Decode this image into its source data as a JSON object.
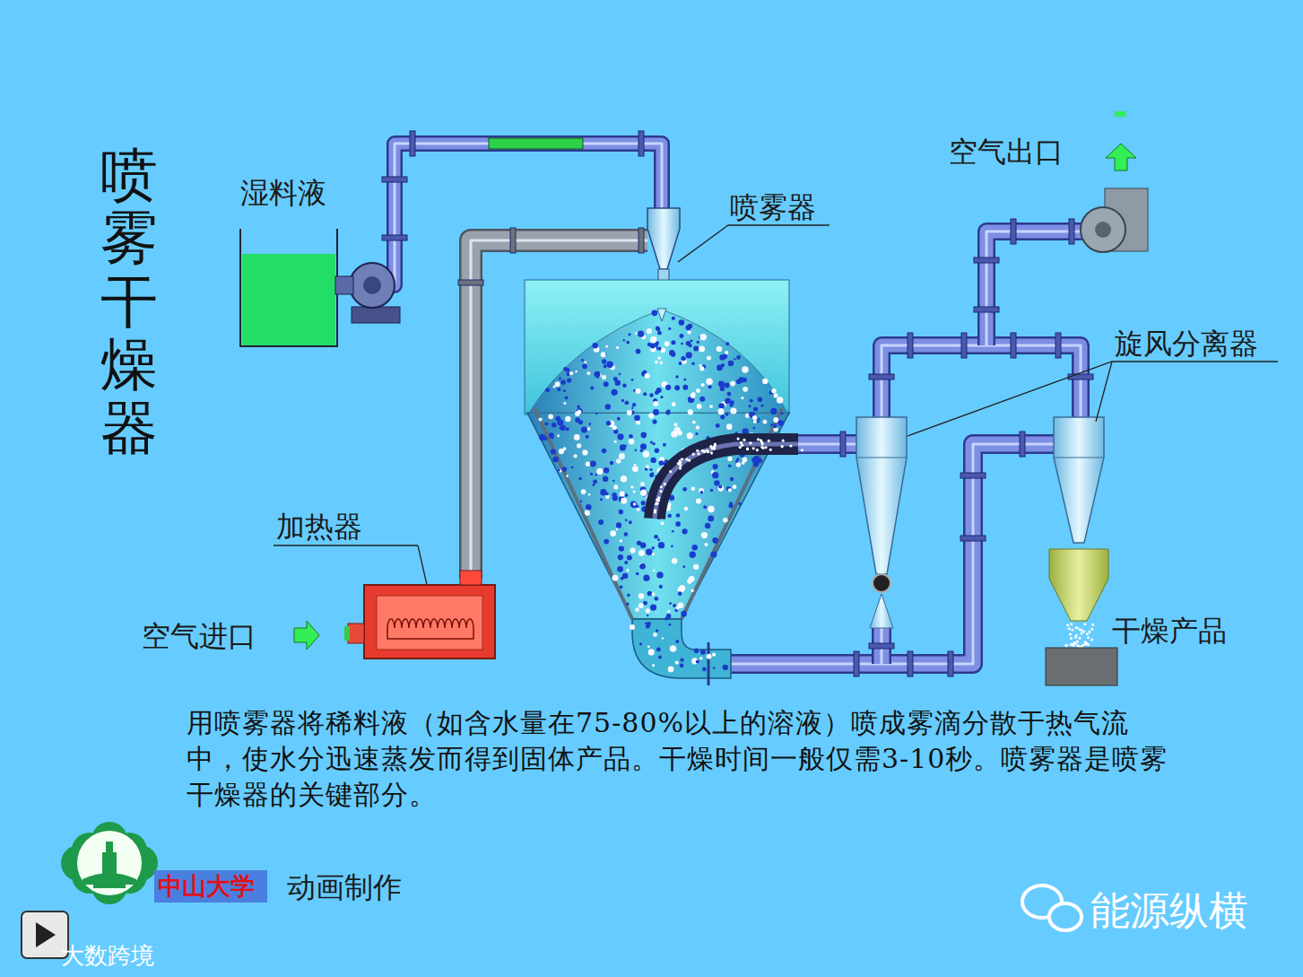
{
  "diagram": {
    "title": "喷雾干燥器",
    "caption": "用喷雾器将稀料液（如含水量在75-80%以上的溶液）喷成雾滴分散于热气流中，使水分迅速蒸发而得到固体产品。干燥时间一般仅需3-10秒。喷雾器是喷雾干燥器的关键部分。",
    "labels": [
      "湿料液",
      "喷雾器",
      "空气出口",
      "旋风分离器",
      "加热器",
      "空气进口",
      "干燥产品",
      "中山大学",
      "动画制作",
      "能源纵横",
      "大数跨境"
    ]
  }
}
